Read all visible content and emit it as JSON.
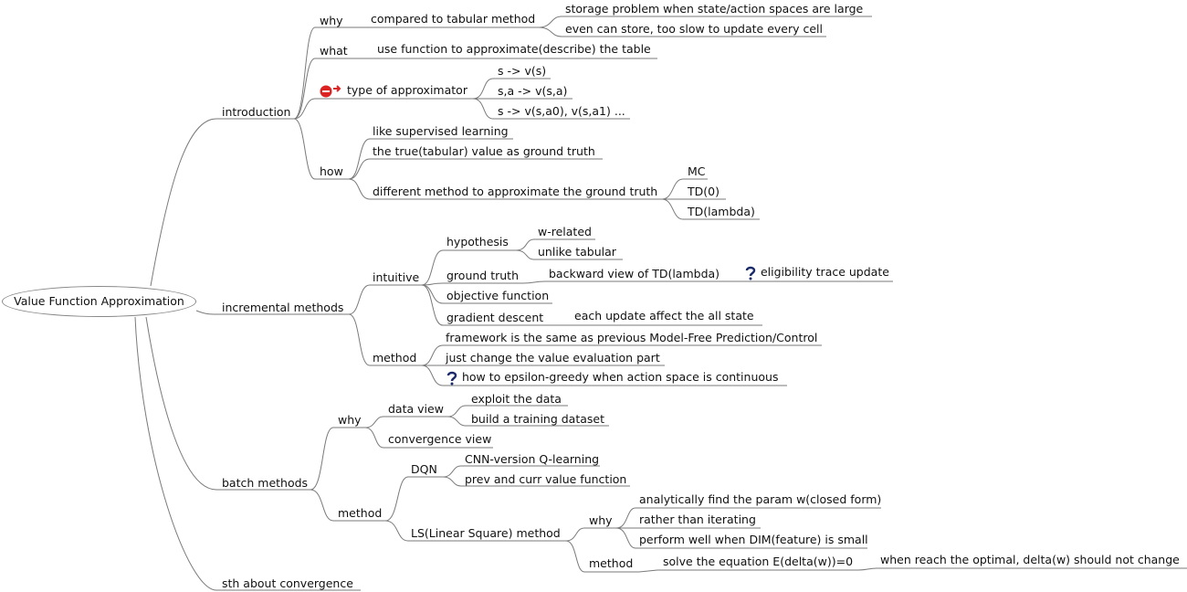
{
  "root": "Value Function Approximation",
  "introduction": {
    "label": "introduction",
    "why": {
      "label": "why",
      "child": "compared to tabular method",
      "leaves": [
        "storage problem when state/action spaces are large",
        "even can store, too slow to update every cell"
      ]
    },
    "what": {
      "label": "what",
      "child": "use function to approximate(describe) the table"
    },
    "type": {
      "label": "type of approximator",
      "leaves": [
        "s -> v(s)",
        "s,a -> v(s,a)",
        "s -> v(s,a0), v(s,a1) ..."
      ]
    },
    "how": {
      "label": "how",
      "items": [
        "like supervised learning",
        "the true(tabular) value as ground truth",
        "different method to approximate the ground truth"
      ],
      "leaves": [
        "MC",
        "TD(0)",
        "TD(lambda)"
      ]
    }
  },
  "incremental": {
    "label": "incremental methods",
    "intuitive": {
      "label": "intuitive",
      "hypothesis": {
        "label": "hypothesis",
        "leaves": [
          "w-related",
          "unlike tabular"
        ]
      },
      "ground_truth": {
        "label": "ground truth",
        "child": "backward view of TD(lambda)",
        "leaf": "eligibility trace update"
      },
      "objective": "objective function",
      "gradient": {
        "label": "gradient descent",
        "child": "each update affect the all state"
      }
    },
    "method": {
      "label": "method",
      "items": [
        "framework is the same as previous Model-Free Prediction/Control",
        "just change the value evaluation part",
        "how to epsilon-greedy when action space is continuous"
      ]
    }
  },
  "batch": {
    "label": "batch methods",
    "why": {
      "label": "why",
      "data_view": {
        "label": "data view",
        "leaves": [
          "exploit the data",
          "build a training dataset"
        ]
      },
      "convergence": "convergence view"
    },
    "method": {
      "label": "method",
      "dqn": {
        "label": "DQN",
        "leaves": [
          "CNN-version Q-learning",
          "prev and curr value function"
        ]
      },
      "ls": {
        "label": "LS(Linear Square) method",
        "why": {
          "label": "why",
          "leaves": [
            "analytically find the param w(closed form)",
            "rather than iterating",
            "perform well when DIM(feature) is small"
          ]
        },
        "method": {
          "label": "method",
          "child": "solve the equation E(delta(w))=0",
          "leaf": "when reach the optimal, delta(w) should not change"
        }
      }
    }
  },
  "convergence": "sth about convergence"
}
